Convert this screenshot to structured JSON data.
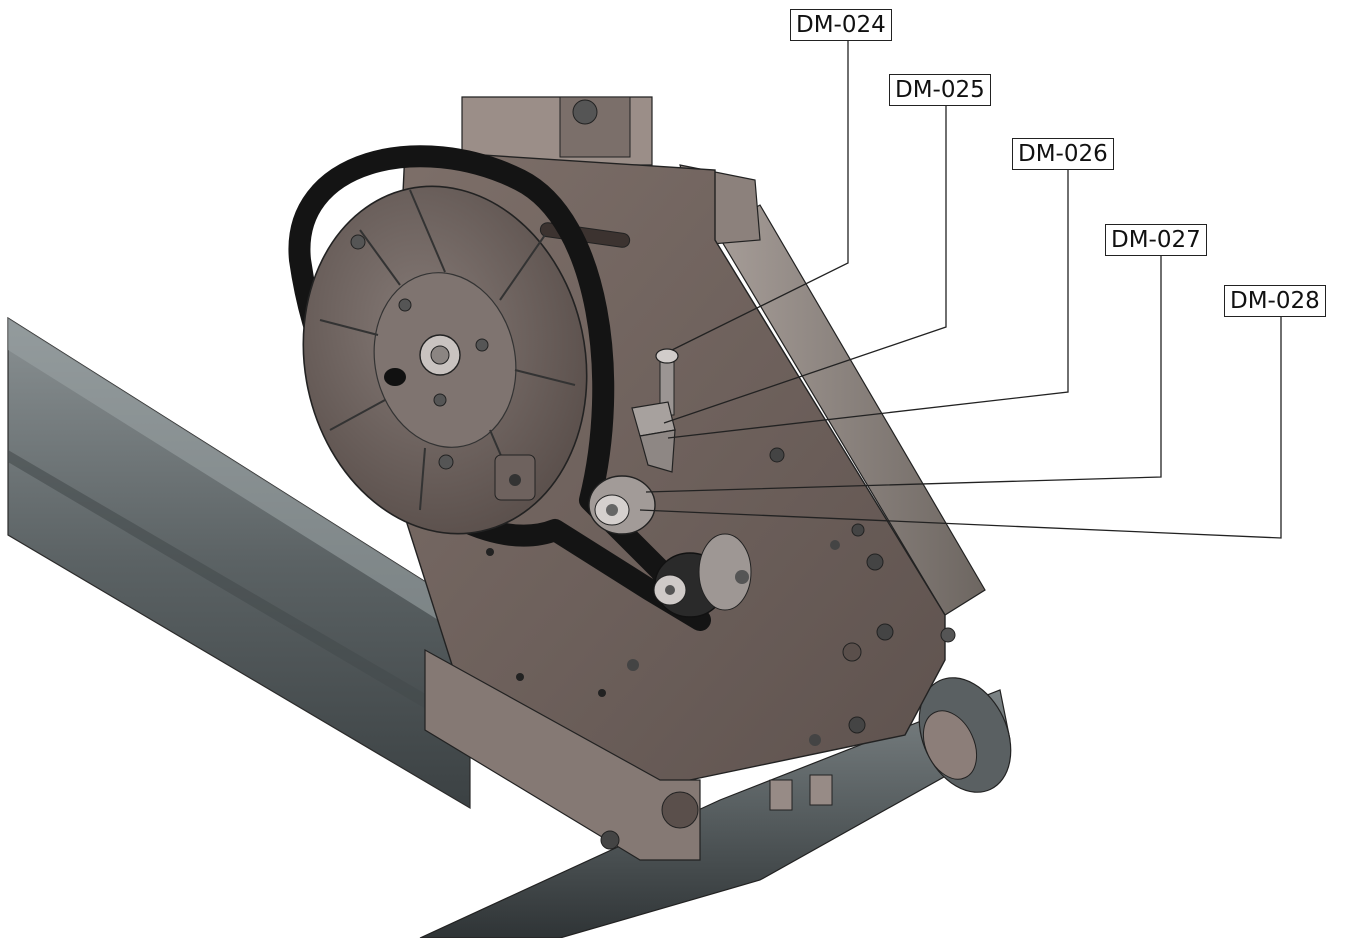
{
  "callouts": [
    {
      "label": "DM-024"
    },
    {
      "label": "DM-025"
    },
    {
      "label": "DM-026"
    },
    {
      "label": "DM-027"
    },
    {
      "label": "DM-028"
    }
  ],
  "colors": {
    "housing_plate": "#6e5f5a",
    "housing_edge": "#8a7e78",
    "belt": "#141414",
    "frame_tube": "#5c6466",
    "leader_line": "#222222"
  }
}
